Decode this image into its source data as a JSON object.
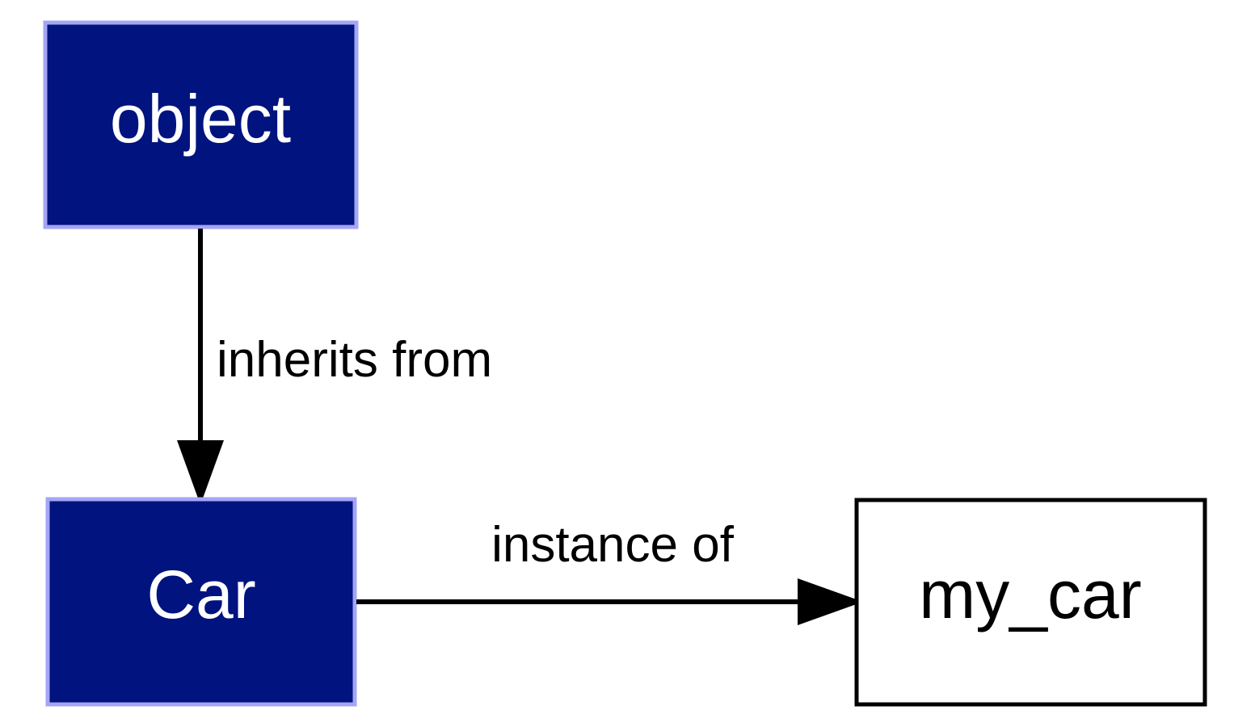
{
  "diagram": {
    "nodes": {
      "object": {
        "label": "object",
        "fill": "#00137f",
        "border": "#a5a5f5",
        "text_color": "#ffffff"
      },
      "car": {
        "label": "Car",
        "fill": "#00137f",
        "border": "#a5a5f5",
        "text_color": "#ffffff"
      },
      "my_car": {
        "label": "my_car",
        "fill": "#ffffff",
        "border": "#000000",
        "text_color": "#000000"
      }
    },
    "edges": {
      "inherits": {
        "from": "object",
        "to": "Car",
        "label": "inherits from"
      },
      "instance": {
        "from": "Car",
        "to": "my_car",
        "label": "instance of"
      }
    },
    "colors": {
      "edge": "#000000",
      "background": "#ffffff"
    }
  }
}
